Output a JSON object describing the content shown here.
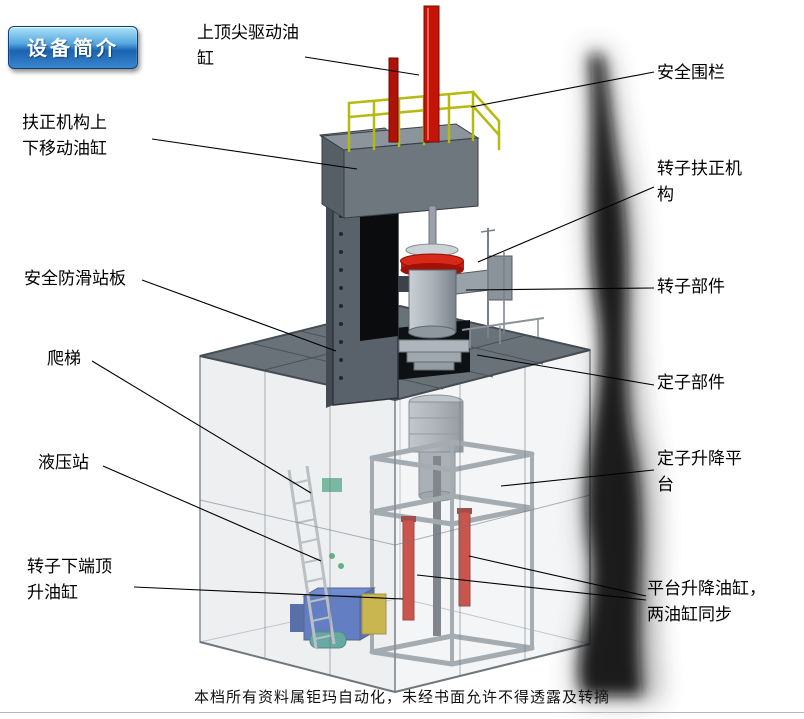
{
  "badge": {
    "label": "设备简介"
  },
  "labels": [
    {
      "id": "top-center-drive-cylinder",
      "text": "上顶尖驱动油\n缸"
    },
    {
      "id": "safety-fence",
      "text": "安全围栏"
    },
    {
      "id": "centering-updown-cylinder",
      "text": "扶正机构上\n下移动油缸"
    },
    {
      "id": "rotor-centering-mechanism",
      "text": "转子扶正机\n构"
    },
    {
      "id": "antislip-standing-plate",
      "text": "安全防滑站板"
    },
    {
      "id": "rotor-part",
      "text": "转子部件"
    },
    {
      "id": "ladder",
      "text": "爬梯"
    },
    {
      "id": "stator-part",
      "text": "定子部件"
    },
    {
      "id": "hydraulic-station",
      "text": "液压站"
    },
    {
      "id": "stator-lift-platform",
      "text": "定子升降平\n台"
    },
    {
      "id": "rotor-bottom-jack-cylinder",
      "text": "转子下端顶\n升油缸"
    },
    {
      "id": "platform-lift-cylinders",
      "text": "平台升降油缸，\n两油缸同步"
    }
  ],
  "footer": "本档所有资料属钜玛自动化，未经书面允许不得透露及转摘",
  "colors": {
    "hydraulic_red": "#c41a0c",
    "safety_yellow": "#b6ba10",
    "tank_blue": "#2a52b8",
    "badge_blue": "#1a63b0",
    "frame_gray": "#6a7279"
  }
}
